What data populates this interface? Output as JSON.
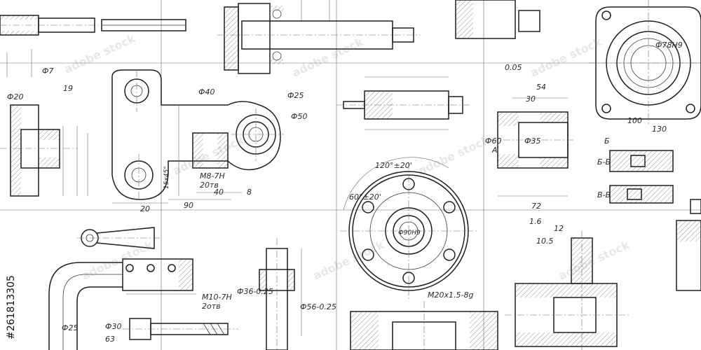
{
  "watermark": {
    "brand": "adobe stock",
    "stock_id": "#261813305"
  },
  "labels": {
    "l1": "Ф40",
    "l2": "Ф25",
    "l3": "Ф50",
    "l4": "М8-7Н",
    "l5": "20тв",
    "l6": "15х45°",
    "l7": "20",
    "l8": "90",
    "l9": "40",
    "l10": "8",
    "l11": "30",
    "l12": "54",
    "l13": "Ф60",
    "l14": "Ф35",
    "l15": "72",
    "l16": "А",
    "l17": "Б-Б",
    "l18": "В-В",
    "l19": "130",
    "l20": "100",
    "l21": "Ф78Н9",
    "l22": "120°±20'",
    "l23": "60°±20'",
    "l24": "Ф90Н9",
    "l25": "Ф36-0.25",
    "l26": "Ф56-0.25",
    "l27": "М20х1.5-8g",
    "l28": "Ф25",
    "l29": "Ф30",
    "l30": "63",
    "l31": "М10-7Н",
    "l32": "2отв",
    "l33": "12",
    "l34": "10.5",
    "l35": "1.6",
    "l36": "Ф20",
    "l37": "0.05",
    "l38": "Б",
    "l39": "Ф7",
    "l40": "19"
  }
}
